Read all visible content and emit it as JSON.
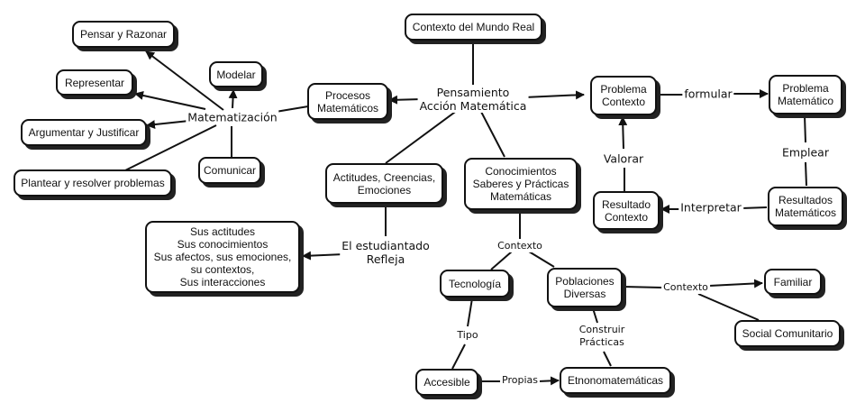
{
  "diagram": {
    "center": "Pensamiento\nAcción Matemática",
    "nodes": {
      "contexto_mundo_real": "Contexto del Mundo Real",
      "procesos_matematicos": "Procesos\nMatemáticos",
      "pensar_razonar": "Pensar y Razonar",
      "representar": "Representar",
      "argumentar": "Argumentar y Justificar",
      "plantear": "Plantear y resolver problemas",
      "modelar": "Modelar",
      "comunicar": "Comunicar",
      "actitudes": "Actitudes, Creencias,\nEmociones",
      "sus_actitudes": "Sus actitudes\nSus conocimientos\nSus afectos, sus emociones,\nsu contextos,\nSus interacciones",
      "conocimientos": "Conocimientos\nSaberes y Prácticas\nMatemáticas",
      "tecnologia": "Tecnología",
      "poblaciones": "Poblaciones\nDiversas",
      "accesible": "Accesible",
      "etnomatematicas": "Etnonomatemáticas",
      "familiar": "Familiar",
      "social": "Social Comunitario",
      "problema_contexto": "Problema\nContexto",
      "problema_matematico": "Problema\nMatemático",
      "resultados_matematicos": "Resultados\nMatemáticos",
      "resultado_contexto": "Resultado\nContexto"
    },
    "link_labels": {
      "matematizacion": "Matematización",
      "estudiantado": "El estudiantado\nRefleja",
      "contexto1": "Contexto",
      "contexto2": "Contexto",
      "tipo": "Tipo",
      "construir": "Construir\nPrácticas",
      "propias": "Propias",
      "formular": "formular",
      "emplear": "Emplear",
      "interpretar": "Interpretar",
      "valorar": "Valorar"
    }
  }
}
